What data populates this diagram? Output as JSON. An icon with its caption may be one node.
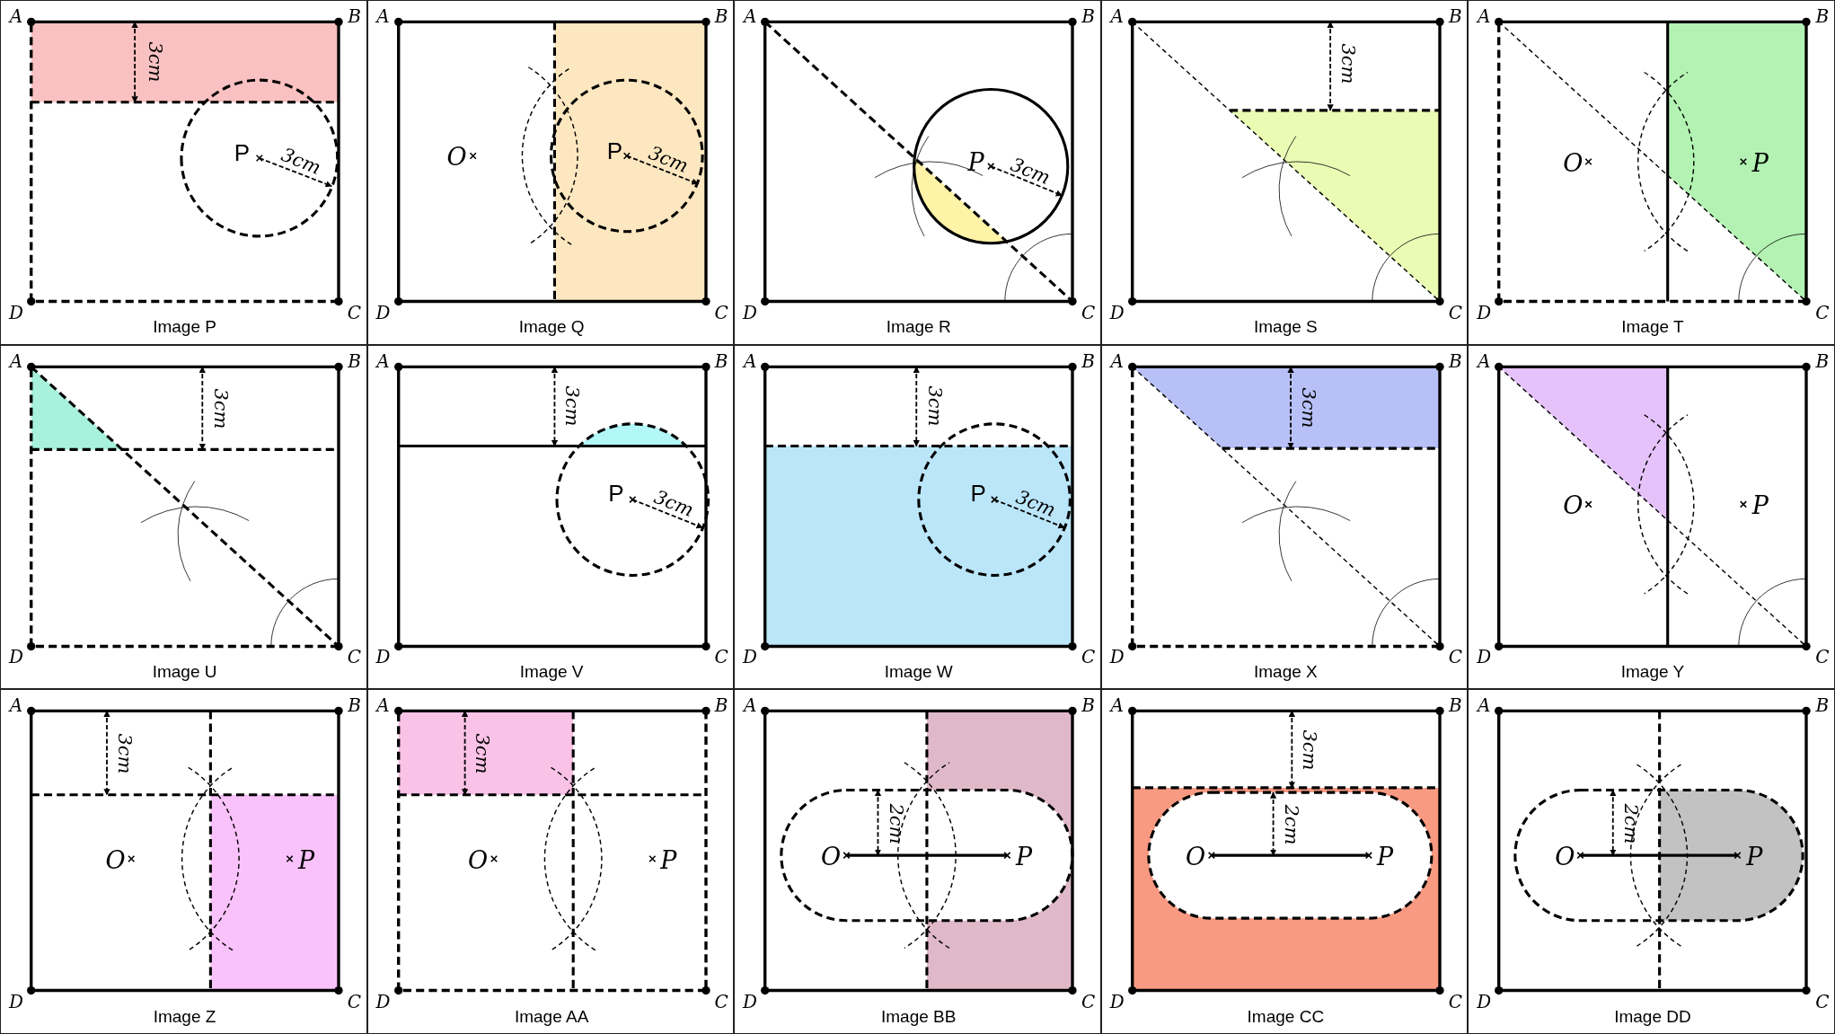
{
  "diagram": {
    "nodes": [
      {
        "text": [
          "A",
          "B",
          "3cm",
          "P",
          "3cm",
          "D",
          "C",
          "Image P"
        ]
      },
      {
        "text": [
          "A",
          "B",
          "O",
          "P",
          "3cm",
          "D",
          "C",
          "Image Q"
        ]
      },
      {
        "text": [
          "A",
          "B",
          "P",
          "3cm",
          "D",
          "C",
          "Image R"
        ]
      },
      {
        "text": [
          "A",
          "B",
          "3cm",
          "D",
          "C",
          "Image S"
        ]
      },
      {
        "text": [
          "A",
          "B",
          "O",
          "P",
          "D",
          "C",
          "Image T"
        ]
      },
      {
        "text": [
          "A",
          "B",
          "3cm",
          "D",
          "C",
          "Image U"
        ]
      },
      {
        "text": [
          "A",
          "B",
          "3cm",
          "P",
          "3cm",
          "D",
          "C",
          "Image V"
        ]
      },
      {
        "text": [
          "A",
          "B",
          "3cm",
          "P",
          "3cm",
          "D",
          "C",
          "Image W"
        ]
      },
      {
        "text": [
          "A",
          "B",
          "3cm",
          "D",
          "C",
          "Image X"
        ]
      },
      {
        "text": [
          "A",
          "B",
          "O",
          "P",
          "D",
          "C",
          "Image Y"
        ]
      },
      {
        "text": [
          "A",
          "B",
          "3cm",
          "O",
          "P",
          "D",
          "C",
          "Image Z"
        ]
      },
      {
        "text": [
          "A",
          "B",
          "3cm",
          "O",
          "P",
          "D",
          "C",
          "Image AA"
        ]
      },
      {
        "text": [
          "A",
          "B",
          "2cm",
          "O",
          "P",
          "D",
          "C",
          "Image BB"
        ]
      },
      {
        "text": [
          "A",
          "B",
          "3cm",
          "2cm",
          "O",
          "P",
          "D",
          "C",
          "Image CC"
        ]
      },
      {
        "text": [
          "A",
          "B",
          "2cm",
          "O",
          "P",
          "D",
          "C",
          "Image DD"
        ]
      }
    ]
  }
}
